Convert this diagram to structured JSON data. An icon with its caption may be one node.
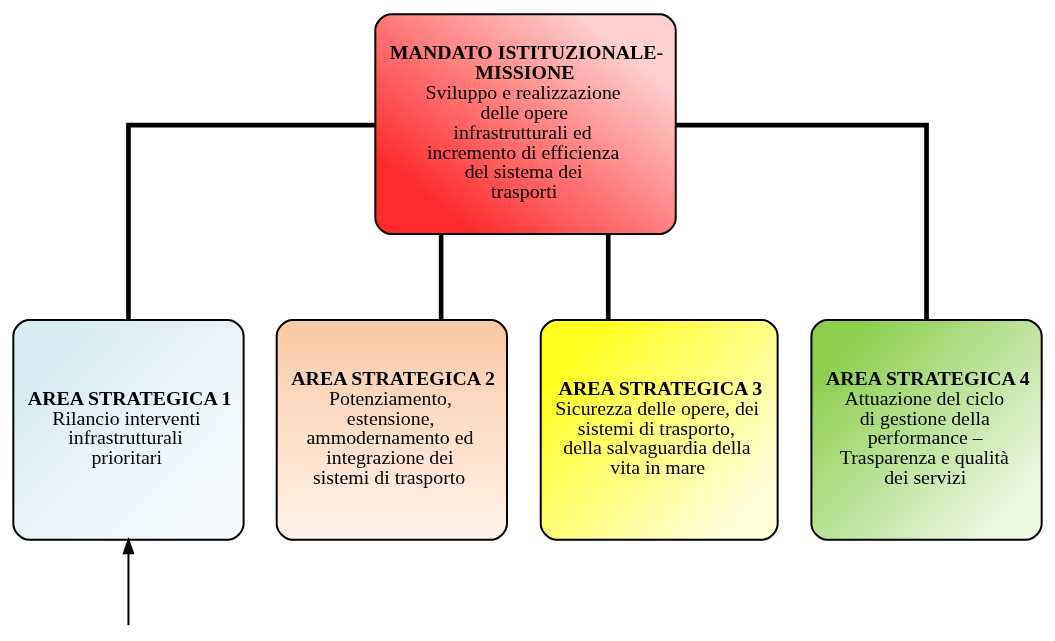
{
  "diagram": {
    "nodes": [
      {
        "text": [
          "MANDATO ISTITUZIONALE- MISSIONE",
          "Sviluppo e realizzazione delle opere infrastrutturali ed incremento di efficienza del sistema dei trasporti"
        ]
      },
      {
        "text": [
          "AREA STRATEGICA 1",
          "Rilancio interventi infrastrutturali prioritari"
        ]
      },
      {
        "text": [
          "AREA STRATEGICA 2",
          "Potenziamento, estensione, ammodernamento ed integrazione dei sistemi di trasporto"
        ]
      },
      {
        "text": [
          "AREA STRATEGICA 3",
          "Sicurezza delle opere, dei sistemi di trasporto, della salvaguardia della vita in mare"
        ]
      },
      {
        "text": [
          "AREA STRATEGICA 4",
          "Attuazione del ciclo di gestione della performance – Trasparenza e qualità dei servizi"
        ]
      }
    ],
    "edges": [
      {
        "from": 0,
        "to": 1,
        "arrow": "none"
      },
      {
        "from": 0,
        "to": 2,
        "arrow": "none"
      },
      {
        "from": 0,
        "to": 3,
        "arrow": "none"
      },
      {
        "from": 0,
        "to": 4,
        "arrow": "none"
      },
      {
        "from": null,
        "to": 1,
        "arrow": "to"
      }
    ]
  }
}
